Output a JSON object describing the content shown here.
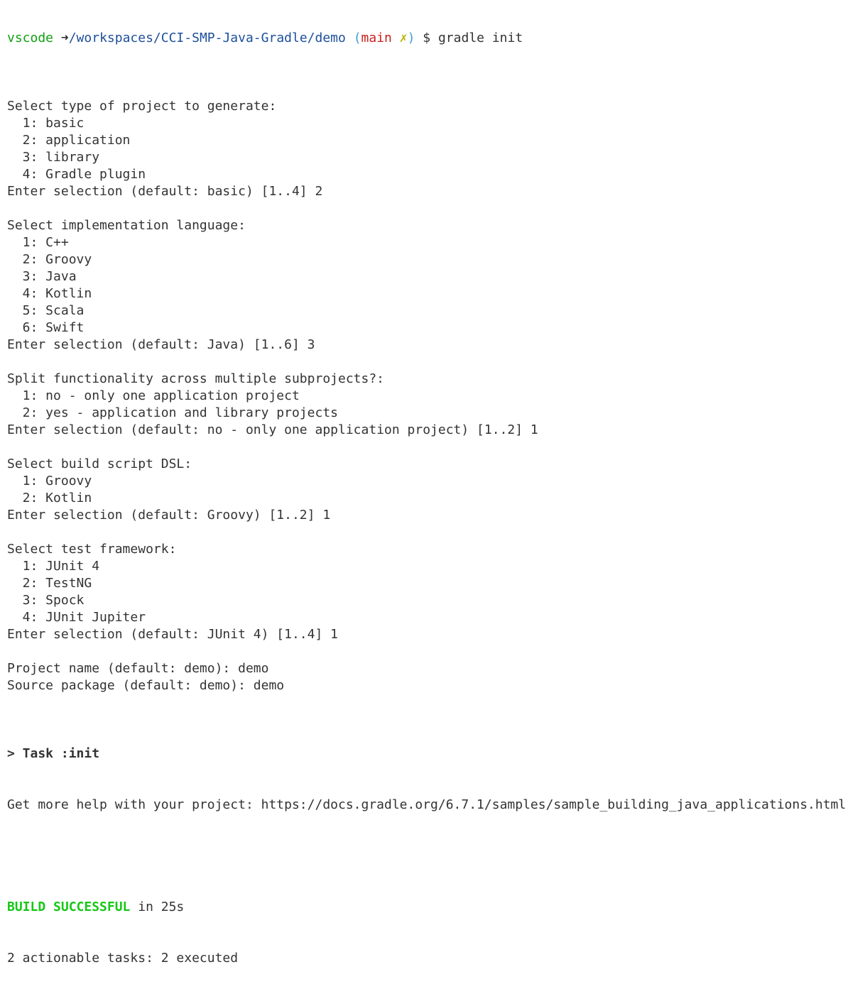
{
  "colors": {
    "text": "#333333",
    "prompt_user": "#12a012",
    "prompt_path": "#1d4f9c",
    "paren": "#3aa0d0",
    "branch": "#cc1f1f",
    "dirty": "#b5b500",
    "success": "#14c814"
  },
  "terminal": {
    "prompt": {
      "user": "vscode",
      "arrow": "➜",
      "path": "/workspaces/CCI-SMP-Java-Gradle/demo",
      "paren_open": "(",
      "branch": "main",
      "dirty_mark": "✗",
      "paren_close": ")",
      "dollar": "$",
      "command": "gradle init"
    },
    "lines": [
      "",
      "Select type of project to generate:",
      "  1: basic",
      "  2: application",
      "  3: library",
      "  4: Gradle plugin",
      "Enter selection (default: basic) [1..4] 2",
      "",
      "Select implementation language:",
      "  1: C++",
      "  2: Groovy",
      "  3: Java",
      "  4: Kotlin",
      "  5: Scala",
      "  6: Swift",
      "Enter selection (default: Java) [1..6] 3",
      "",
      "Split functionality across multiple subprojects?:",
      "  1: no - only one application project",
      "  2: yes - application and library projects",
      "Enter selection (default: no - only one application project) [1..2] 1",
      "",
      "Select build script DSL:",
      "  1: Groovy",
      "  2: Kotlin",
      "Enter selection (default: Groovy) [1..2] 1",
      "",
      "Select test framework:",
      "  1: JUnit 4",
      "  2: TestNG",
      "  3: Spock",
      "  4: JUnit Jupiter",
      "Enter selection (default: JUnit 4) [1..4] 1",
      "",
      "Project name (default: demo): demo",
      "Source package (default: demo): demo",
      ""
    ],
    "task_line": "> Task :init",
    "help_line": "Get more help with your project: https://docs.gradle.org/6.7.1/samples/sample_building_java_applications.html",
    "blank": "",
    "build_status": "BUILD SUCCESSFUL",
    "build_time": " in 25s",
    "summary": "2 actionable tasks: 2 executed"
  }
}
